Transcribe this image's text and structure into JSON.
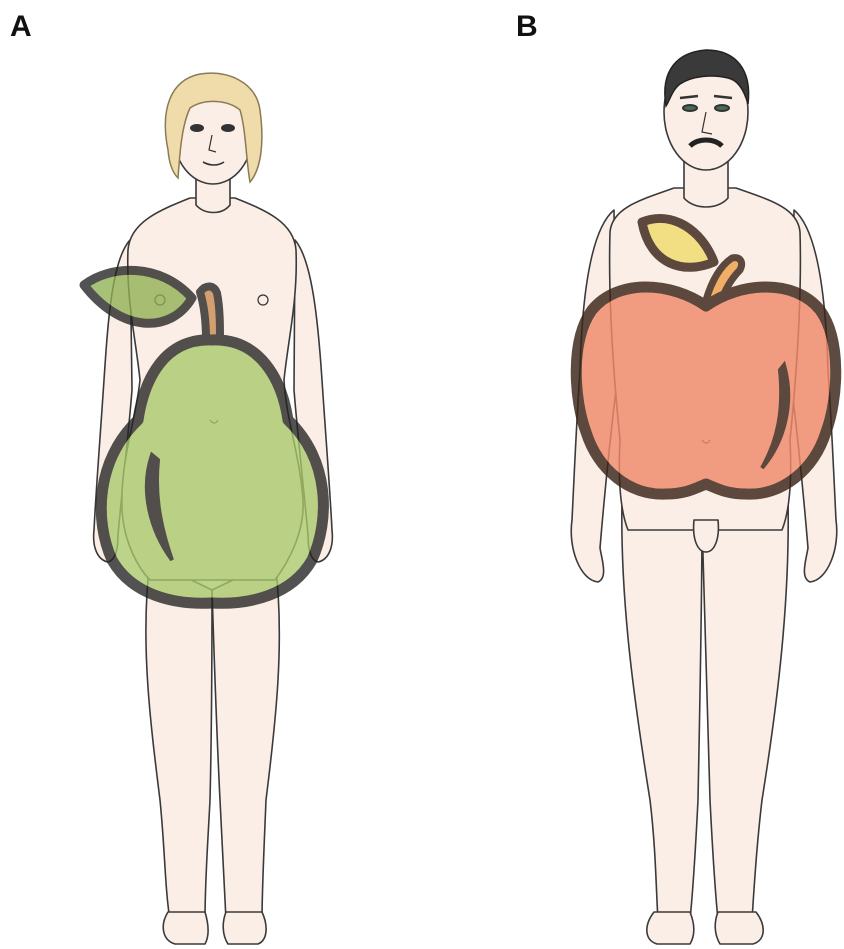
{
  "panels": [
    {
      "label": "A",
      "figure": "female",
      "fruit": "pear-icon",
      "fruit_color": "#a8c86a",
      "leaf_color": "#8fb052",
      "stem_color": "#c98a4e"
    },
    {
      "label": "B",
      "figure": "male",
      "fruit": "apple-icon",
      "fruit_color": "#f0896a",
      "leaf_color": "#f2dc6e",
      "stem_color": "#f0a04a"
    }
  ],
  "colors": {
    "skin": "#fbeee6",
    "outline": "#2b2b2b",
    "female_hair": "#efdcaa",
    "male_hair": "#3a3a3a"
  }
}
